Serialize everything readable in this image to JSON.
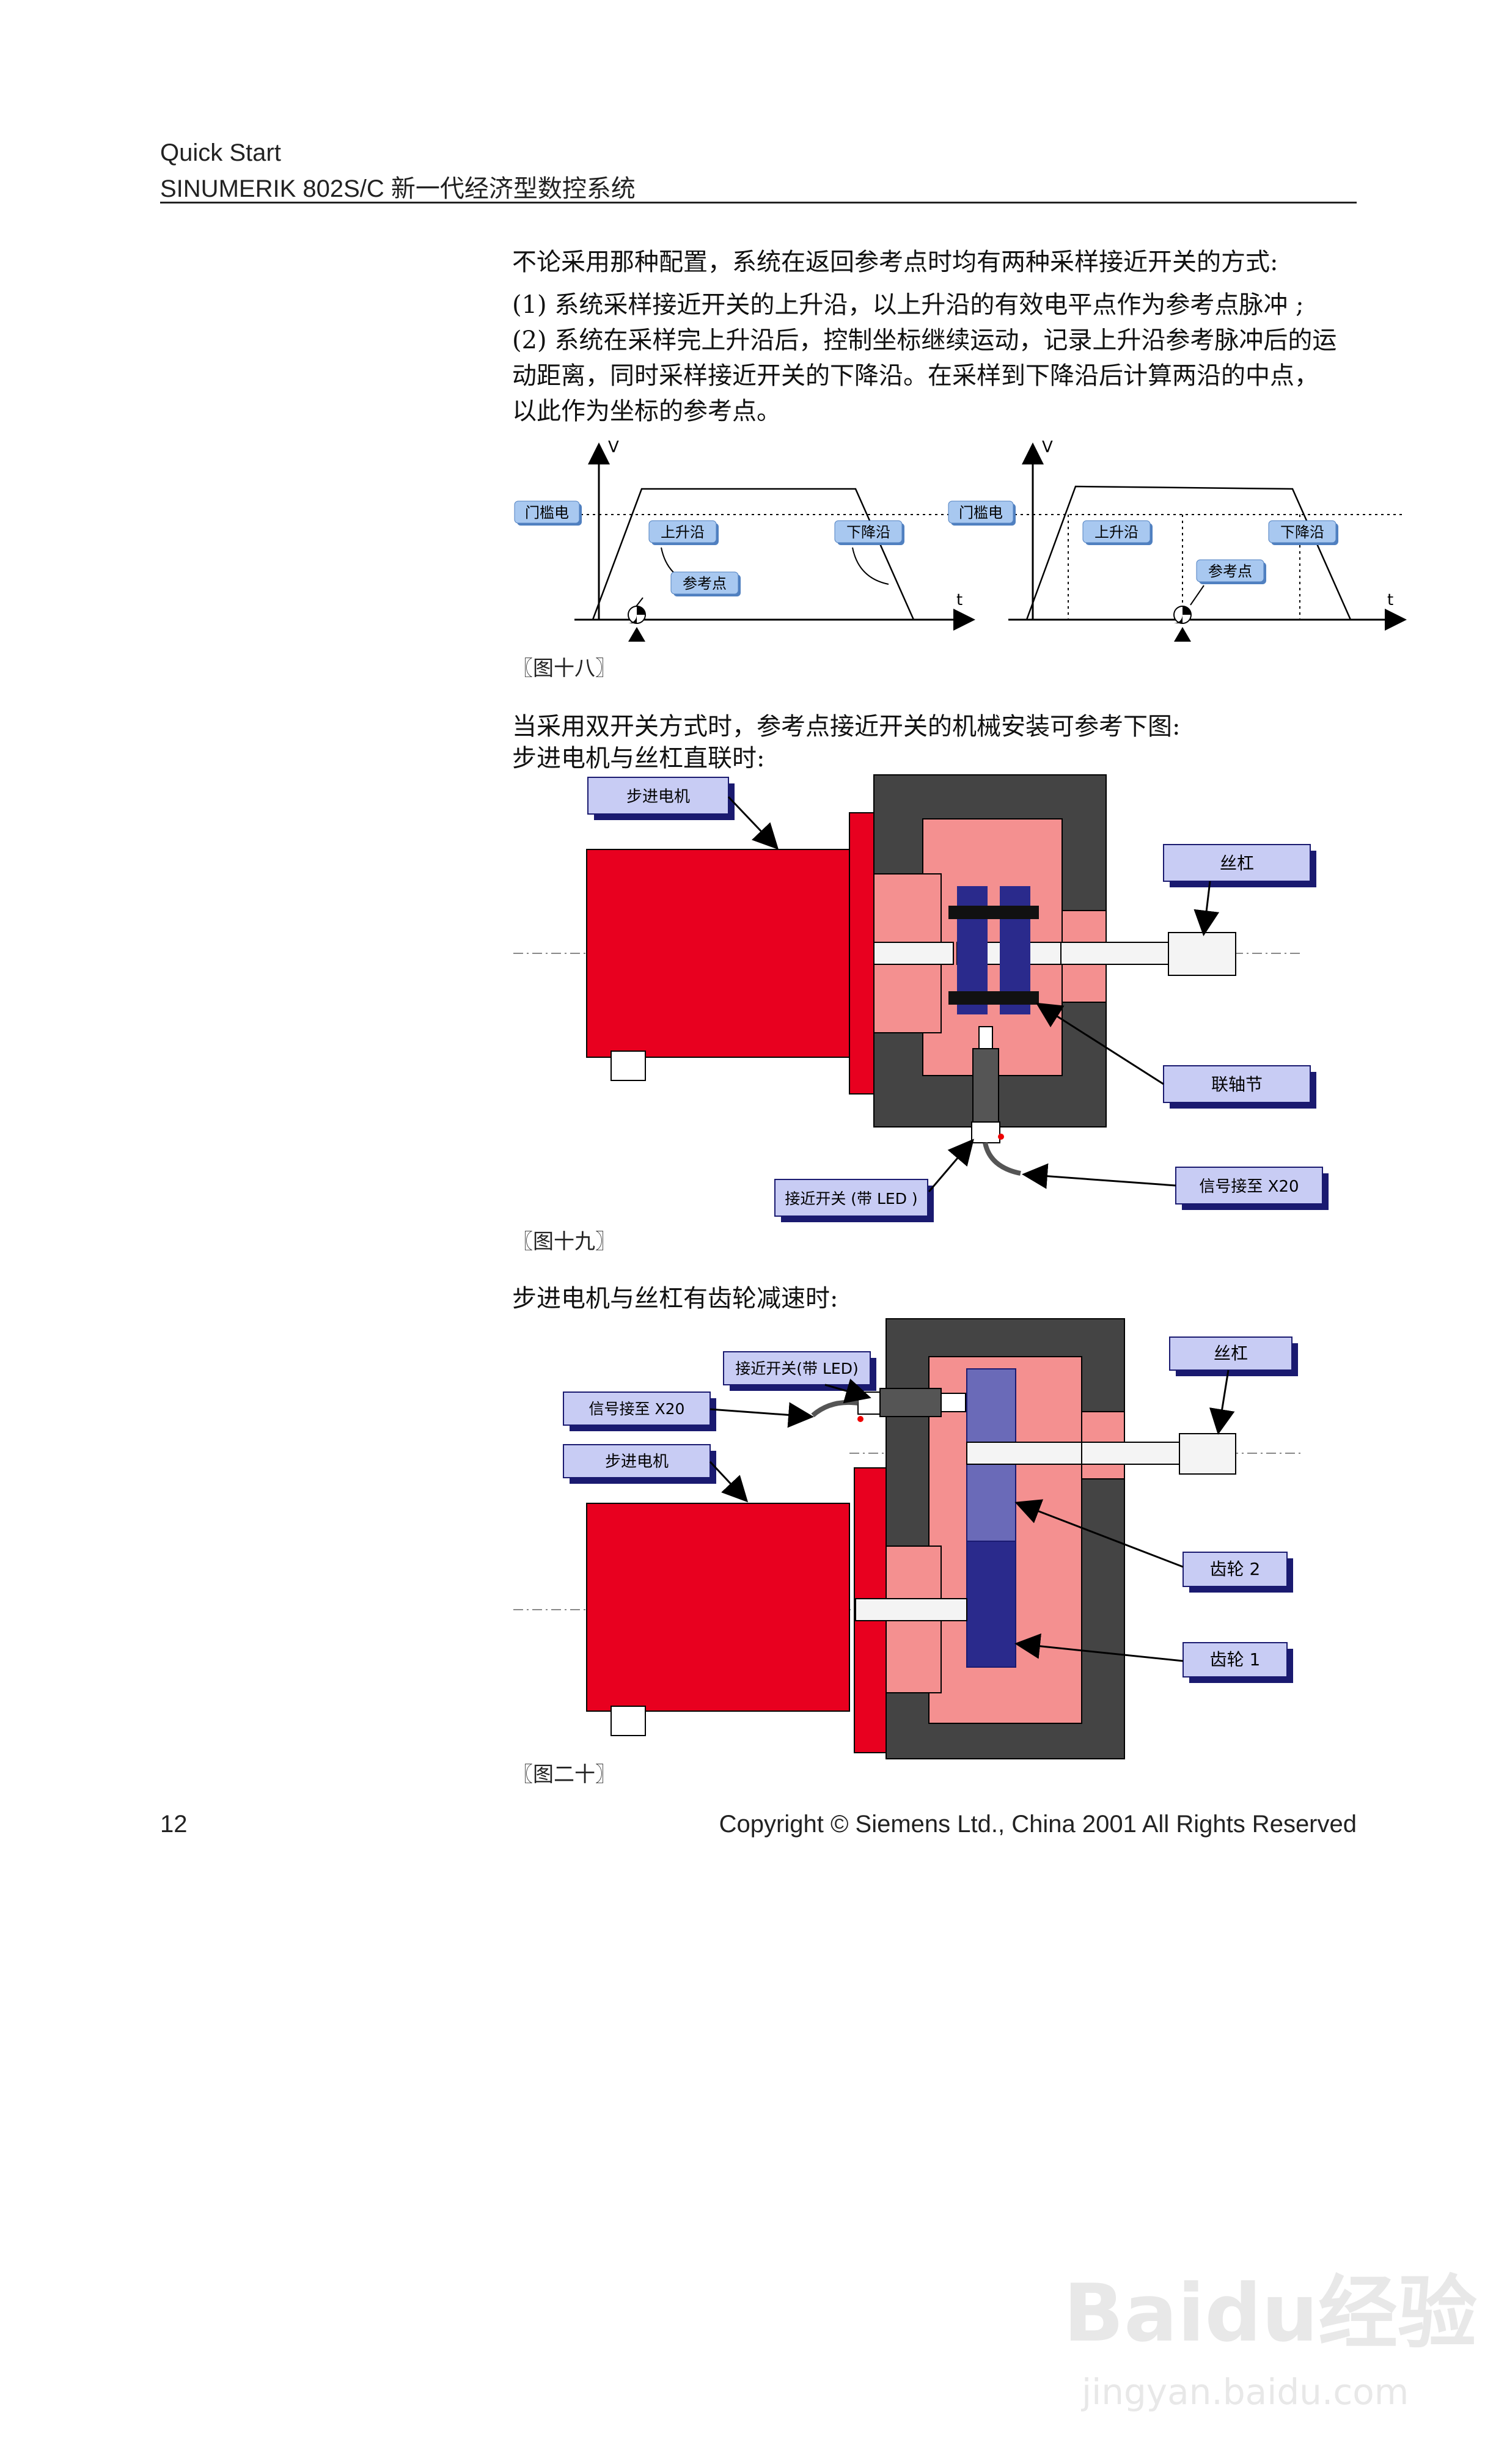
{
  "header": {
    "line1": "Quick Start",
    "line2": "SINUMERIK 802S/C 新一代经济型数控系统"
  },
  "body": {
    "intro": "不论采用那种配置，系统在返回参考点时均有两种采样接近开关的方式:",
    "item1": "(1)  系统采样接近开关的上升沿，以上升沿的有效电平点作为参考点脉冲 ;",
    "item2_line1": "(2)  系统在采样完上升沿后，控制坐标继续运动，记录上升沿参考脉冲后的运",
    "item2_line2": "动距离，同时采样接近开关的下降沿。在采样到下降沿后计算两沿的中点，",
    "item2_line3": "以此作为坐标的参考点。",
    "para2_line1": "当采用双开关方式时，参考点接近开关的机械安装可参考下图:",
    "para2_line2": "步进电机与丝杠直联时:",
    "para3": "步进电机与丝杠有齿轮减速时:"
  },
  "fig18": {
    "caption": "〖图十八〗",
    "left": {
      "axis_y": "V",
      "axis_x": "t",
      "threshold": "门槛电",
      "rising": "上升沿",
      "falling": "下降沿",
      "ref": "参考点"
    },
    "right": {
      "axis_y": "V",
      "axis_x": "t",
      "threshold": "门槛电",
      "rising": "上升沿",
      "falling": "下降沿",
      "ref": "参考点"
    }
  },
  "fig19": {
    "caption": "〖图十九〗",
    "motor": "步进电机",
    "screw": "丝杠",
    "coupling": "联轴节",
    "signal": "信号接至 X20",
    "switch": "接近开关 (带 LED )"
  },
  "fig20": {
    "caption": "〖图二十〗",
    "switch": "接近开关(带 LED)",
    "signal": "信号接至 X20",
    "motor": "步进电机",
    "screw": "丝杠",
    "gear2": "齿轮  2",
    "gear1": "齿轮  1"
  },
  "footer": {
    "page": "12",
    "copyright": "Copyright © Siemens Ltd., China 2001    All Rights Reserved"
  },
  "watermark": {
    "brand": "Baidu经验",
    "url": "jingyan.baidu.com"
  },
  "colors": {
    "motor_red": "#e8001f",
    "housing_dark": "#444444",
    "housing_pink": "#f49090",
    "gear_blue": "#2a2a8c",
    "label_fill": "#c8ccf4",
    "label_shadow": "#1a1a70",
    "curve_label": "#a8c8f0"
  }
}
